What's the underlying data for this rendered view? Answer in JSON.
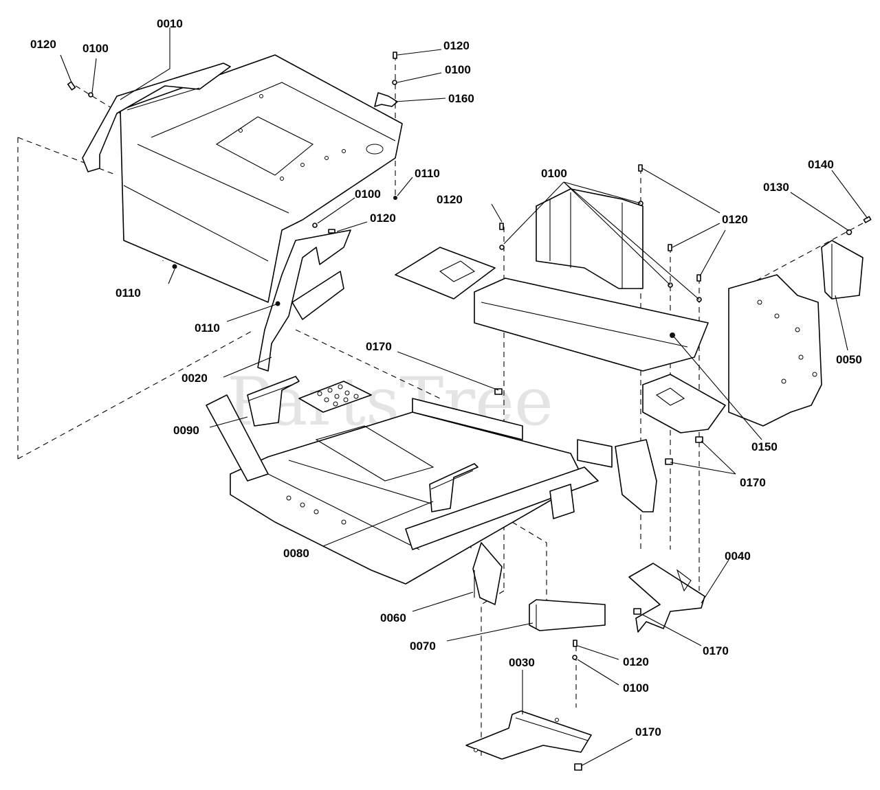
{
  "watermark": {
    "text": "PartsTree",
    "trademark": "™"
  },
  "callouts": [
    {
      "id": "c-0010a",
      "text": "0010"
    },
    {
      "id": "c-0120a",
      "text": "0120"
    },
    {
      "id": "c-0100a",
      "text": "0100"
    },
    {
      "id": "c-0120b",
      "text": "0120"
    },
    {
      "id": "c-0100b",
      "text": "0100"
    },
    {
      "id": "c-0160",
      "text": "0160"
    },
    {
      "id": "c-0110a",
      "text": "0110"
    },
    {
      "id": "c-0100c",
      "text": "0100"
    },
    {
      "id": "c-0120c",
      "text": "0120"
    },
    {
      "id": "c-0110b",
      "text": "0110"
    },
    {
      "id": "c-0110c",
      "text": "0110"
    },
    {
      "id": "c-0100d",
      "text": "0100"
    },
    {
      "id": "c-0120d",
      "text": "0120"
    },
    {
      "id": "c-0120e",
      "text": "0120"
    },
    {
      "id": "c-0140",
      "text": "0140"
    },
    {
      "id": "c-0130",
      "text": "0130"
    },
    {
      "id": "c-0050",
      "text": "0050"
    },
    {
      "id": "c-0170a",
      "text": "0170"
    },
    {
      "id": "c-0020",
      "text": "0020"
    },
    {
      "id": "c-0090",
      "text": "0090"
    },
    {
      "id": "c-0150",
      "text": "0150"
    },
    {
      "id": "c-0170b",
      "text": "0170"
    },
    {
      "id": "c-0080",
      "text": "0080"
    },
    {
      "id": "c-0040",
      "text": "0040"
    },
    {
      "id": "c-0060",
      "text": "0060"
    },
    {
      "id": "c-0170c",
      "text": "0170"
    },
    {
      "id": "c-0070",
      "text": "0070"
    },
    {
      "id": "c-0030",
      "text": "0030"
    },
    {
      "id": "c-0120f",
      "text": "0120"
    },
    {
      "id": "c-0100e",
      "text": "0100"
    },
    {
      "id": "c-0170d",
      "text": "0170"
    }
  ]
}
